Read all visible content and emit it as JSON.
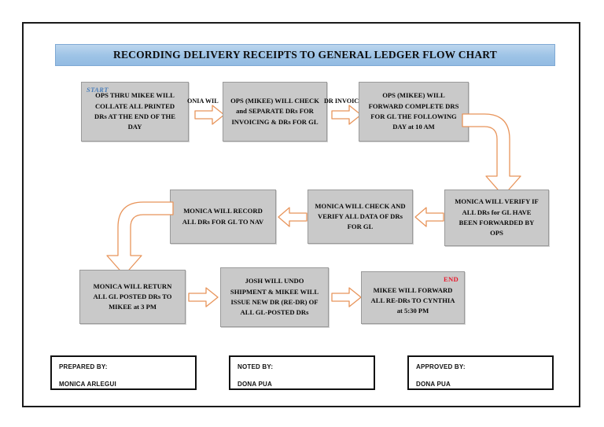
{
  "document": {
    "title": "RECORDING DELIVERY RECEIPTS TO GENERAL LEDGER FLOW CHART"
  },
  "theme": {
    "banner_fill": "#9DC3E6",
    "banner_border": "#7FA9D4",
    "box_fill": "#C9C9C9",
    "box_border": "#9A9A9A",
    "arrow_stroke": "#E8945A",
    "arrow_fill": "#FFFFFF",
    "start_label_color": "#4A7EBB",
    "end_label_color": "#E8192C",
    "page_border": "#1A1A1A"
  },
  "flowchart": {
    "type": "flowchart",
    "row1": [
      {
        "id": "node-1",
        "badge": "START",
        "badge_type": "start",
        "lines": [
          "OPS THRU MIKEE WILL",
          "COLLATE ALL PRINTED",
          "DRs AT THE END OF THE",
          "DAY"
        ]
      },
      {
        "id": "node-2",
        "badge": "",
        "lines": [
          "OPS (MIKEE) WILL CHECK",
          "and SEPARATE DRs FOR",
          "INVOICING & DRs FOR GL"
        ]
      },
      {
        "id": "node-3",
        "badge": "",
        "lines": [
          "OPS (MIKEE) WILL",
          "FORWARD COMPLETE DRS",
          "FOR GL THE FOLLOWING",
          "DAY at 10 AM"
        ]
      }
    ],
    "row2": [
      {
        "id": "node-4",
        "badge": "",
        "lines": [
          "MONICA WILL RECORD",
          "ALL DRs FOR GL TO NAV"
        ]
      },
      {
        "id": "node-5",
        "badge": "",
        "lines": [
          "MONICA WILL CHECK AND",
          "VERIFY ALL DATA OF DRs",
          "FOR GL"
        ]
      },
      {
        "id": "node-6",
        "badge": "",
        "lines": [
          "MONICA WILL VERIFY IF",
          "ALL DRs for GL HAVE",
          "BEEN FORWARDED BY",
          "OPS"
        ]
      }
    ],
    "row3": [
      {
        "id": "node-7",
        "badge": "",
        "lines": [
          "MONICA WILL RETURN",
          "ALL GL POSTED DRs TO",
          "MIKEE at 3 PM"
        ]
      },
      {
        "id": "node-8",
        "badge": "",
        "lines": [
          "JOSH WILL UNDO",
          "SHIPMENT & MIKEE WILL",
          "ISSUE NEW DR (RE-DR) OF",
          "ALL GL-POSTED DRs"
        ]
      },
      {
        "id": "node-9",
        "badge": "END",
        "badge_type": "end",
        "lines": [
          "MIKEE WILL FORWARD",
          "ALL RE-DRs TO CYNTHIA",
          "at 5:30 PM"
        ]
      }
    ],
    "obscured_captions": [
      {
        "id": "caption-1",
        "text": "ONIA WIL"
      },
      {
        "id": "caption-2",
        "text": "DR INVOIC"
      }
    ]
  },
  "signatures": [
    {
      "id": "prepared-by",
      "label": "PREPARED BY:",
      "name": "MONICA ARLEGUI"
    },
    {
      "id": "noted-by",
      "label": "NOTED BY:",
      "name": "DONA PUA"
    },
    {
      "id": "approved-by",
      "label": "APPROVED BY:",
      "name": "DONA PUA"
    }
  ]
}
